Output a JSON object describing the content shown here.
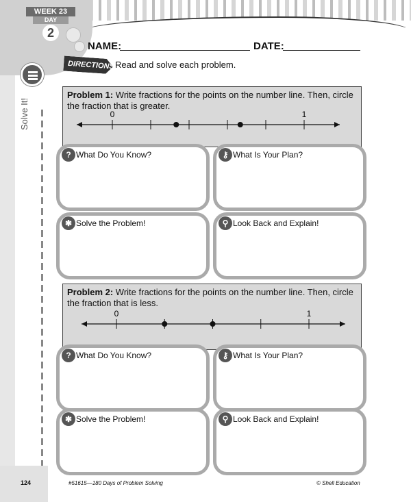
{
  "header": {
    "week": "WEEK 23",
    "day_label": "DAY",
    "day_number": "2"
  },
  "sidebar": {
    "label": "Solve It!",
    "icon": "list-icon"
  },
  "form": {
    "name_label": "NAME:",
    "date_label": "DATE:"
  },
  "directions": {
    "tag": "DIRECTIONS:",
    "text": "Read and solve each problem."
  },
  "problems": [
    {
      "title": "Problem 1:",
      "text": " Write fractions for the points on the number line. Then, circle the fraction that is greater.",
      "numberline": {
        "start_label": "0",
        "end_label": "1",
        "ticks": 6,
        "points": [
          0.333,
          0.667
        ]
      }
    },
    {
      "title": "Problem 2:",
      "text": " Write fractions for the points on the number line. Then, circle the fraction that is less.",
      "numberline": {
        "start_label": "0",
        "end_label": "1",
        "ticks": 5,
        "points": [
          0.25,
          0.5
        ]
      }
    }
  ],
  "boxes": {
    "know": {
      "label": "What Do You Know?",
      "icon": "question-icon"
    },
    "plan": {
      "label": "What Is Your Plan?",
      "icon": "key-icon"
    },
    "solve": {
      "label": "Solve the Problem!",
      "icon": "lightbulb-icon"
    },
    "look": {
      "label": "Look Back and Explain!",
      "icon": "magnifier-icon"
    }
  },
  "footer": {
    "page": "124",
    "book": "#51615—180 Days of Problem Solving",
    "publisher": "© Shell Education"
  }
}
